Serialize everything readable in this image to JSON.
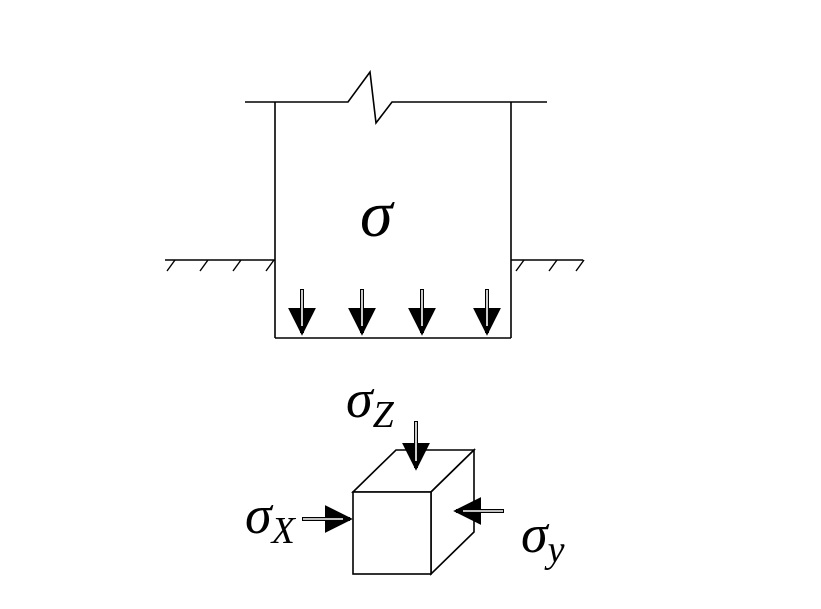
{
  "footing": {
    "stress_label": "σ"
  },
  "element": {
    "sigma": "σ",
    "sub_z": "Z",
    "sub_x": "X",
    "sub_y": "y"
  }
}
